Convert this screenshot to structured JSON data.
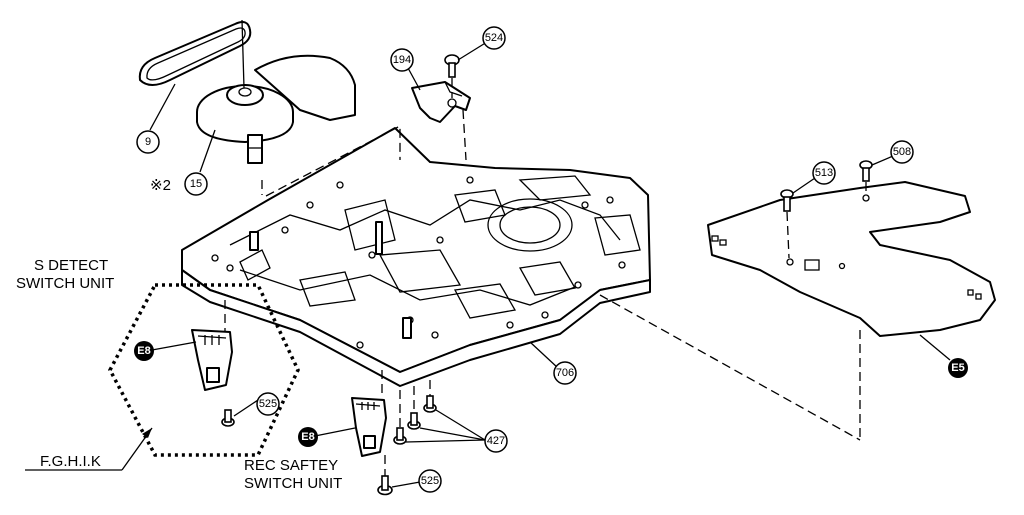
{
  "labels": {
    "s_detect_line1": "S DETECT",
    "s_detect_line2": "SWITCH UNIT",
    "rec_saftey_line1": "REC SAFTEY",
    "rec_saftey_line2": "SWITCH UNIT",
    "fghik": "F.G.H.I.K",
    "note2": "※2"
  },
  "callouts": {
    "c9": "9",
    "c15": "15",
    "c194": "194",
    "c524": "524",
    "c513": "513",
    "c508": "508",
    "c706": "706",
    "c427": "427",
    "c525a": "525",
    "c525b": "525",
    "e8a": "E8",
    "e8b": "E8",
    "e5": "E5"
  }
}
